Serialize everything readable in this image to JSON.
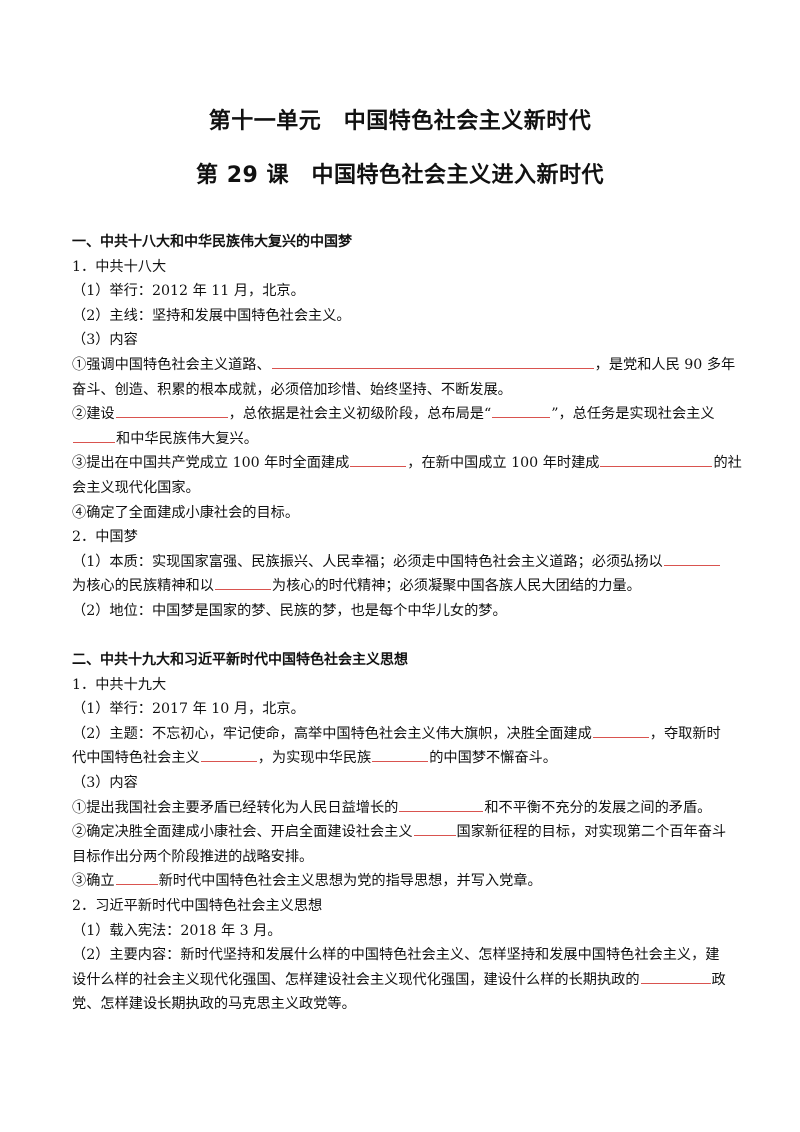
{
  "titles": {
    "unit": "第十一单元　中国特色社会主义新时代",
    "lesson": "第 29 课　中国特色社会主义进入新时代"
  },
  "section1": {
    "heading": "一、中共十八大和中华民族伟大复兴的中国梦",
    "sub1": "1．中共十八大",
    "held": "（1）举行：2012 年 11 月，北京。",
    "mainline": "（2）主线：坚持和发展中国特色社会主义。",
    "content_label": "（3）内容",
    "item1_a": "①强调中国特色社会主义道路、",
    "item1_b": "，是党和人民 90 多年",
    "item1_c": "奋斗、创造、积累的根本成就，必须倍加珍惜、始终坚持、不断发展。",
    "item2_a": "②建设",
    "item2_b": "，总依据是社会主义初级阶段，总布局是“",
    "item2_c": "”，总任务是实现社会主义",
    "item2_d": "和中华民族伟大复兴。",
    "item3_a": "③提出在中国共产党成立 100 年时全面建成",
    "item3_b": "，在新中国成立 100 年时建成",
    "item3_c": "的社",
    "item3_d": "会主义现代化国家。",
    "item4": "④确定了全面建成小康社会的目标。",
    "sub2": "2．中国梦",
    "essence_a": "（1）本质：实现国家富强、民族振兴、人民幸福；必须走中国特色社会主义道路；必须弘扬以",
    "essence_b": "为核心的民族精神和以",
    "essence_c": "为核心的时代精神；必须凝聚中国各族人民大团结的力量。",
    "status": "（2）地位：中国梦是国家的梦、民族的梦，也是每个中华儿女的梦。"
  },
  "section2": {
    "heading": "二、中共十九大和习近平新时代中国特色社会主义思想",
    "sub1": "1．中共十九大",
    "held": "（1）举行：2017 年 10 月，北京。",
    "theme_a": "（2）主题：不忘初心，牢记使命，高举中国特色社会主义伟大旗帜，决胜全面建成",
    "theme_b": "，夺取新时",
    "theme_c": "代中国特色社会主义",
    "theme_d": "，为实现中华民族",
    "theme_e": "的中国梦不懈奋斗。",
    "content_label": "（3）内容",
    "item1_a": "①提出我国社会主要矛盾已经转化为人民日益增长的",
    "item1_b": "和不平衡不充分的发展之间的矛盾。",
    "item2_a": "②确定决胜全面建成小康社会、开启全面建设社会主义",
    "item2_b": "国家新征程的目标，对实现第二个百年奋斗",
    "item2_c": "目标作出分两个阶段推进的战略安排。",
    "item3_a": "③确立",
    "item3_b": "新时代中国特色社会主义思想为党的指导思想，并写入党章。",
    "sub2": "2．习近平新时代中国特色社会主义思想",
    "constitution": "（1）载入宪法：2018 年 3 月。",
    "main_a": "（2）主要内容：新时代坚持和发展什么样的中国特色社会主义、怎样坚持和发展中国特色社会主义，建",
    "main_b": "设什么样的社会主义现代化强国、怎样建设社会主义现代化强国，建设什么样的长期执政的",
    "main_c": "政",
    "main_d": "党、怎样建设长期执政的马克思主义政党等。"
  }
}
